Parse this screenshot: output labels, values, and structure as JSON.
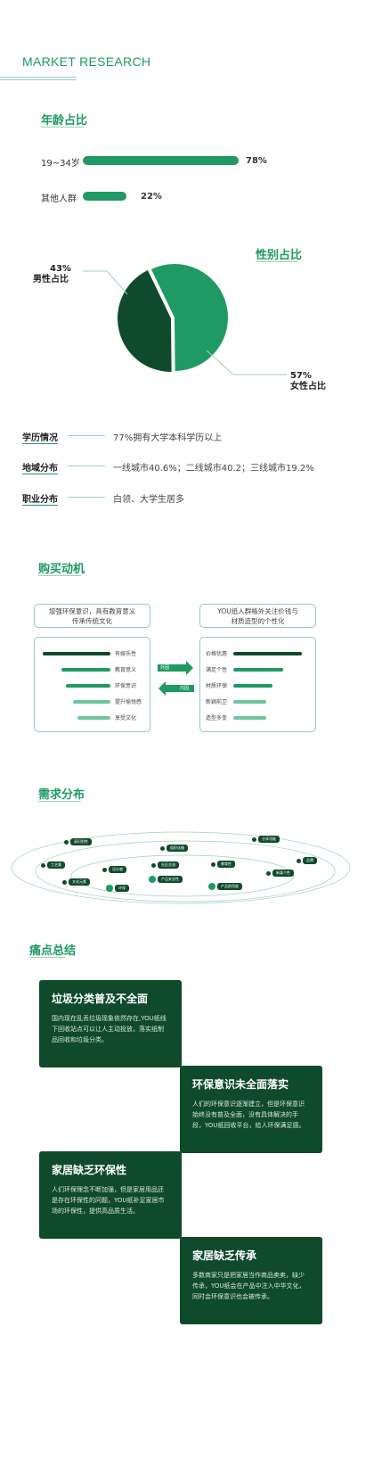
{
  "header": {
    "title": "MARKET RESEARCH"
  },
  "age": {
    "title": "年龄占比",
    "rows": [
      {
        "label": "19~34岁",
        "value": 78,
        "pct": "78%"
      },
      {
        "label": "其他人群",
        "value": 22,
        "pct": "22%"
      }
    ]
  },
  "gender": {
    "title": "性别占比",
    "male": {
      "pct": "43%",
      "label": "男性占比"
    },
    "female": {
      "pct": "57%",
      "label": "女性占比"
    }
  },
  "chart_data": {
    "type": "pie",
    "title": "性别占比",
    "categories": [
      "男性占比",
      "女性占比"
    ],
    "values": [
      43,
      57
    ],
    "colors": [
      "#0f4a2b",
      "#1e9a62"
    ]
  },
  "info": [
    {
      "key": "学历情况",
      "value": "77%拥有大学本科学历以上"
    },
    {
      "key": "地域分布",
      "value": "一线城市40.6%；二线城市40.2；三线城市19.2%"
    },
    {
      "key": "职业分布",
      "value": "白领、大学生居多"
    }
  ],
  "motivation": {
    "title": "购买动机",
    "left_text_1": "增强环保意识，具有教育意义",
    "left_text_2": "传承传统文化",
    "right_text_1": "YOU纸人群格外关注价钱与",
    "right_text_2": "材质造型的个性化",
    "left_items": [
      "有娱乐性",
      "教育意义",
      "环保意识",
      "提升愉悦感",
      "享受文化"
    ],
    "right_items": [
      "价格优惠",
      "满足个性",
      "材质环保",
      "新颖前卫",
      "造型多变"
    ],
    "arrow_out": "外因",
    "arrow_in": "内因"
  },
  "demand": {
    "title": "需求分布",
    "nodes": [
      "高识别性",
      "组织化服",
      "分享功能",
      "工艺美",
      "设计感",
      "社区交流",
      "教育性",
      "文化元素",
      "品牌",
      "新颖个性",
      "环保",
      "产品安全性",
      "产品耐用度"
    ]
  },
  "pain": {
    "title": "痛点总结",
    "cards": [
      {
        "title": "垃圾分类普及不全面",
        "text": "国内现在乱丢垃圾现象依然存在,YOU纸线下回收站点可以让人主动投放，落实纸制品回收和垃圾分类。"
      },
      {
        "title": "环保意识未全面落实",
        "text": "人们的环保意识逐渐建立，但是环保意识始终没有普及全面，没有具体解决的手段，YOU纸回收平台，给人环保满足感。"
      },
      {
        "title": "家居缺乏环保性",
        "text": "人们环保理念不断加强，但是家居用品还是存在环保性的问题，YOU纸补足家居市场的环保性，提供高品质生活。"
      },
      {
        "title": "家居缺乏传承",
        "text": "多数商家只是把家居当作商品卖卖，缺少传承，YOU纸会在产品中注入中华文化，同时会环保意识也会被传承。"
      }
    ]
  }
}
